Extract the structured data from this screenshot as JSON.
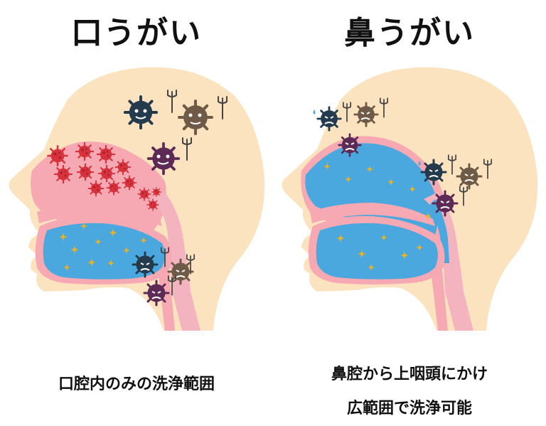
{
  "left": {
    "title": "口うがい",
    "caption": "口腔内のみの洗浄範囲"
  },
  "right": {
    "title": "鼻うがい",
    "caption_line1": "鼻腔から上咽頭にかけ",
    "caption_line2": "広範囲で洗浄可能"
  },
  "colors": {
    "skin": "#fce3bf",
    "tissue_pink": "#f6a9b3",
    "airway_pink": "#f3b3bf",
    "water_blue": "#4aa8de",
    "sparkle_gold": "#f2b31a",
    "germ_red": "#d6323d",
    "germ_navy": "#243a4d",
    "germ_brown": "#6f5a48",
    "germ_purple": "#5c2a55"
  },
  "icons": [
    "germ-icon",
    "sparkle-icon",
    "trident-icon",
    "sweat-drop-icon"
  ]
}
